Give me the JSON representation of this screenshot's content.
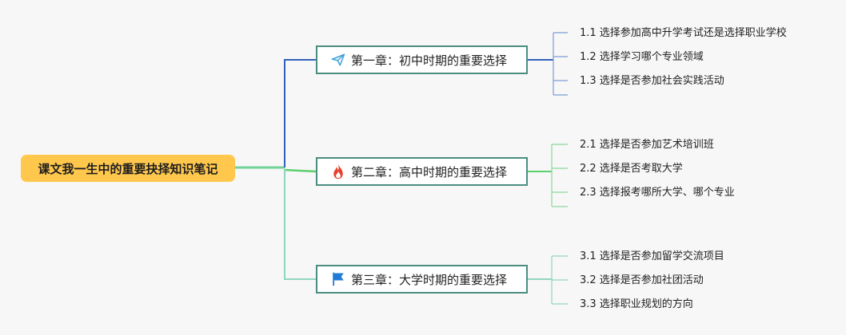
{
  "root": {
    "label": "课文我一生中的重要抉择知识笔记"
  },
  "chapters": [
    {
      "label": "第一章：初中时期的重要选择",
      "icon": "paper-plane-icon",
      "color": "#3361b8",
      "topics": [
        "1.1 选择参加高中升学考试还是选择职业学校",
        "1.2 选择学习哪个专业领域",
        "1.3 选择是否参加社会实践活动"
      ]
    },
    {
      "label": "第二章：高中时期的重要选择",
      "icon": "flame-icon",
      "color": "#5ccf6e",
      "topics": [
        "2.1 选择是否参加艺术培训班",
        "2.2 选择是否考取大学",
        "2.3 选择报考哪所大学、哪个专业"
      ]
    },
    {
      "label": "第三章：大学时期的重要选择",
      "icon": "flag-icon",
      "color": "#6fc9a6",
      "topics": [
        "3.1 选择是否参加留学交流项目",
        "3.2 选择是否参加社团活动",
        "3.3 选择职业规划的方向"
      ]
    }
  ],
  "colors": {
    "root_fill": "#ffc84d",
    "chapter_border": "#4a8d7f",
    "connector_root": "#72d49a",
    "topic_branch_1": "#7a9bd6",
    "topic_branch_2": "#8ad99a",
    "topic_branch_3": "#8fd6bd"
  }
}
